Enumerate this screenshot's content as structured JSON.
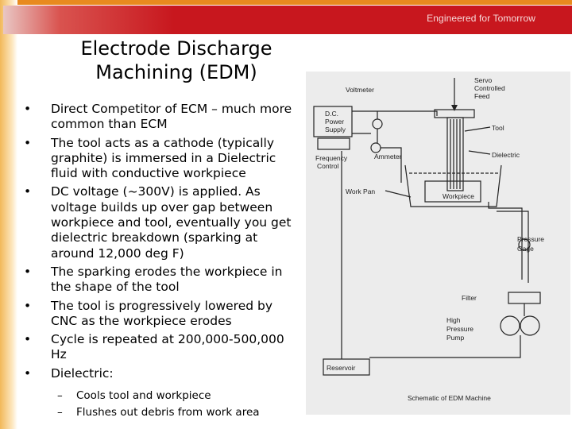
{
  "header": {
    "brand": "Engineered for Tomorrow"
  },
  "title": {
    "line1": "Electrode Discharge",
    "line2": "Machining (EDM)"
  },
  "bullets": [
    "Direct Competitor of ECM – much more common than ECM",
    "The tool acts as a cathode (typically graphite) is immersed in a Dielectric fluid with conductive workpiece",
    "DC voltage (~300V) is applied.  As voltage builds up over gap between workpiece and tool, eventually you get dielectric breakdown (sparking at around 12,000 deg F)",
    "The sparking erodes the workpiece in the shape of the tool",
    "The tool is progressively lowered by CNC as the workpiece erodes",
    "Cycle is repeated at 200,000-500,000 Hz",
    "Dielectric:"
  ],
  "sub_bullets": [
    "Cools tool and workpiece",
    "Flushes out debris from work area"
  ],
  "bullet_marker": "•",
  "dash_marker": "–",
  "diagram": {
    "labels": {
      "voltmeter": "Voltmeter",
      "servo1": "Servo",
      "servo2": "Controlled",
      "servo3": "Feed",
      "dc1": "D.C.",
      "dc2": "Power",
      "dc3": "Supply",
      "tool": "Tool",
      "freq1": "Frequency",
      "freq2": "Control",
      "ammeter": "Ammeter",
      "dielectric": "Dielectric",
      "workpan": "Work Pan",
      "workpiece": "Workpiece",
      "pressure1": "Pressure",
      "pressure2": "Gage",
      "filter": "Filter",
      "pump1": "High",
      "pump2": "Pressure",
      "pump3": "Pump",
      "reservoir": "Reservoir",
      "caption": "Schematic of EDM Machine"
    }
  }
}
